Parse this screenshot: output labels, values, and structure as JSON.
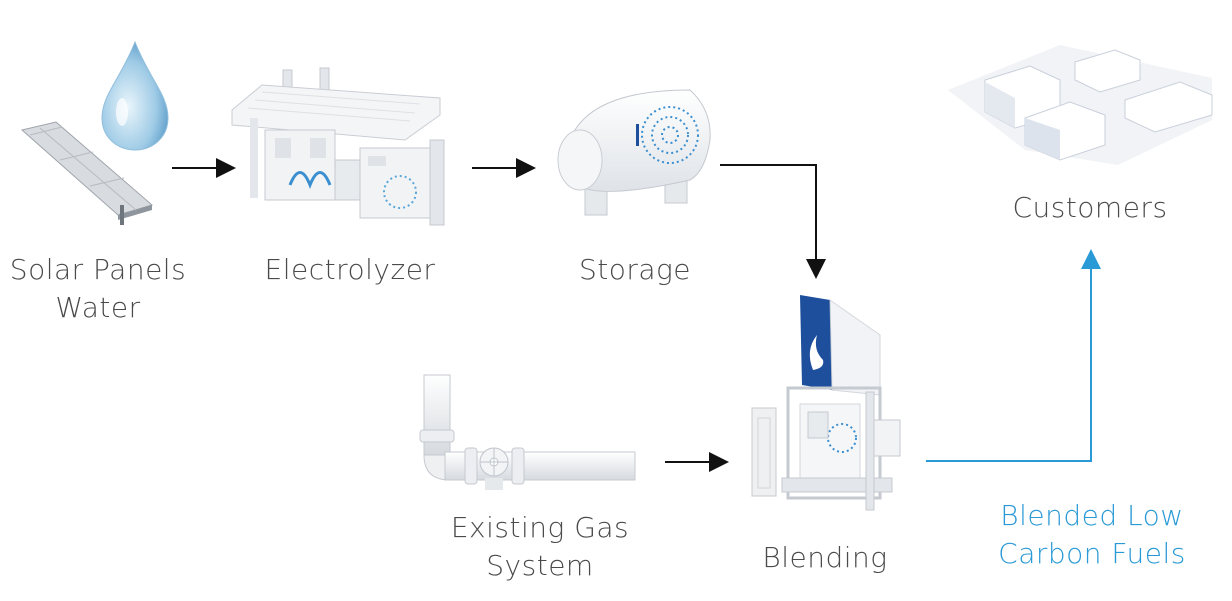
{
  "nodes": {
    "solar": {
      "line1": "Solar Panels",
      "line2": "Water"
    },
    "electrolyzer": {
      "label": "Electrolyzer"
    },
    "storage": {
      "label": "Storage"
    },
    "customers": {
      "label": "Customers"
    },
    "gas": {
      "line1": "Existing Gas",
      "line2": "System"
    },
    "blending": {
      "label": "Blending"
    },
    "output": {
      "line1": "Blended Low",
      "line2": "Carbon Fuels"
    }
  },
  "colors": {
    "arrow": "#111111",
    "output_arrow": "#2a9ad6",
    "accent_blue": "#2a9ad6",
    "brand_blue": "#1d4f9c",
    "equipment": "#f2f3f5",
    "equipment_shadow": "#cfd4da"
  }
}
